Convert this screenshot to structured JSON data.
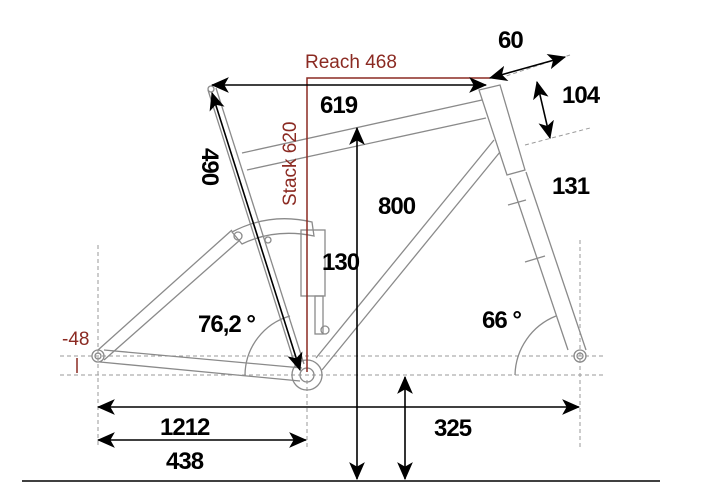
{
  "diagram": {
    "title": "bike-frame-geometry",
    "colors": {
      "dimension": "#000000",
      "reach_stack": "#8b2a22",
      "frame": "#8a8a8a"
    },
    "labels": {
      "reach": "Reach 468",
      "stack": "Stack 620",
      "top_tube": "619",
      "seat_tube": "490",
      "stem_offset": "60",
      "head_tube": "104",
      "fork_length": "131",
      "standover": "800",
      "bb_height_label": "130",
      "seat_angle": "76,2 °",
      "head_angle": "66 °",
      "bb_drop": "-48",
      "wheelbase": "1212",
      "chainstay": "438",
      "bb_height": "325"
    }
  }
}
